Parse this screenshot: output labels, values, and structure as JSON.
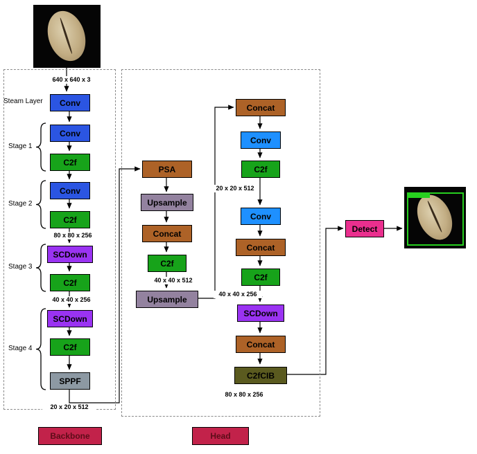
{
  "backbone": {
    "legend": "Backbone",
    "steam_label": "Steam Layer",
    "stages": {
      "s1": "Stage 1",
      "s2": "Stage 2",
      "s3": "Stage 3",
      "s4": "Stage 4"
    },
    "nodes": {
      "conv_stem": "Conv",
      "conv1": "Conv",
      "c2f1": "C2f",
      "conv2": "Conv",
      "c2f2": "C2f",
      "scdown1": "SCDown",
      "c2f3": "C2f",
      "scdown2": "SCDown",
      "c2f4": "C2f",
      "sppf": "SPPF"
    },
    "dims": {
      "input": "640 x 640 x 3",
      "d80": "80 x 80 x 256",
      "d40": "40 x 40 x 256",
      "d20": "20 x 20 x 512"
    }
  },
  "head": {
    "legend": "Head",
    "left": {
      "psa": "PSA",
      "upsample1": "Upsample",
      "concat": "Concat",
      "c2f": "C2f",
      "upsample2": "Upsample",
      "dim": "40 x 40 x 512"
    },
    "right": {
      "concat1": "Concat",
      "conv1": "Conv",
      "c2f1": "C2f",
      "dim20": "20 x 20 x 512",
      "conv2": "Conv",
      "concat2": "Concat",
      "c2f2": "C2f",
      "dim40": "40 x 40 x 256",
      "scdown": "SCDown",
      "concat3": "Concat",
      "c2fcib": "C2fCIB",
      "dim80": "80 x 80 x 256"
    }
  },
  "detect": {
    "label": "Detect"
  },
  "colors": {
    "conv_blue": "#2b55e2",
    "conv_light_blue": "#1e90ff",
    "c2f_green": "#17a31a",
    "scdown_purple": "#9a33f2",
    "sppf_gray": "#8d99a3",
    "concat_psa_brown": "#ad6227",
    "upsample_mauve": "#93829f",
    "c2fcib_olive": "#5a5a1f",
    "detect_pink": "#ea2f8e",
    "legend_crimson": "#c2224a",
    "bbox_green": "#27d01f"
  }
}
